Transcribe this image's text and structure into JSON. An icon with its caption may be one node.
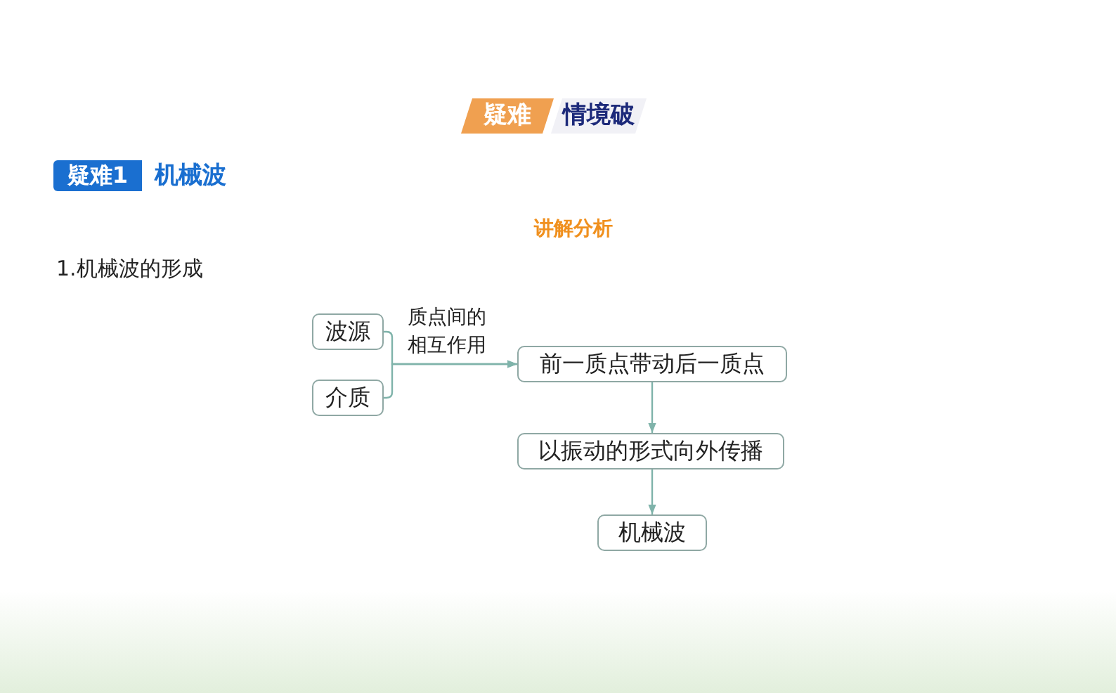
{
  "diagram": {
    "nodes": [
      {
        "text": [
          "波源"
        ]
      },
      {
        "text": [
          "介质"
        ]
      },
      {
        "text": [
          "前一质点带动后一质点"
        ]
      },
      {
        "text": [
          "以振动的形式向外传播"
        ]
      },
      {
        "text": [
          "机械波"
        ]
      }
    ],
    "edges": [
      {
        "from": 0,
        "to": 2,
        "arrow": "to",
        "label": "质点间的相互作用"
      },
      {
        "from": 1,
        "to": 2,
        "arrow": "to"
      },
      {
        "from": 2,
        "to": 3,
        "arrow": "to"
      },
      {
        "from": 3,
        "to": 4,
        "arrow": "to"
      }
    ],
    "labels": [
      "疑难",
      "情境破",
      "疑难1",
      "机械波",
      "讲解分析",
      "1.机械波的形成"
    ]
  }
}
